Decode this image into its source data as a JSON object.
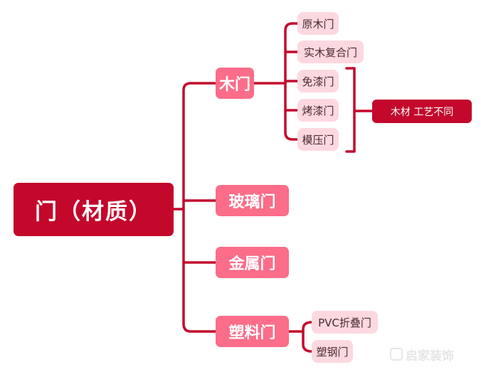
{
  "root": {
    "label": "门（材质）"
  },
  "categories": [
    {
      "label": "木门",
      "children": [
        "原木门",
        "实木复合门",
        "免漆门",
        "烤漆门",
        "模压门"
      ]
    },
    {
      "label": "玻璃门",
      "children": []
    },
    {
      "label": "金属门",
      "children": []
    },
    {
      "label": "塑料门",
      "children": [
        "PVC折叠门",
        "塑钢门"
      ]
    }
  ],
  "note": {
    "label": "木材 工艺不同"
  },
  "watermark": {
    "text": "启家装饰"
  },
  "colors": {
    "dark_red": "#c3082c",
    "pink": "#fb6d89",
    "light_pink": "#fdd8e0"
  }
}
